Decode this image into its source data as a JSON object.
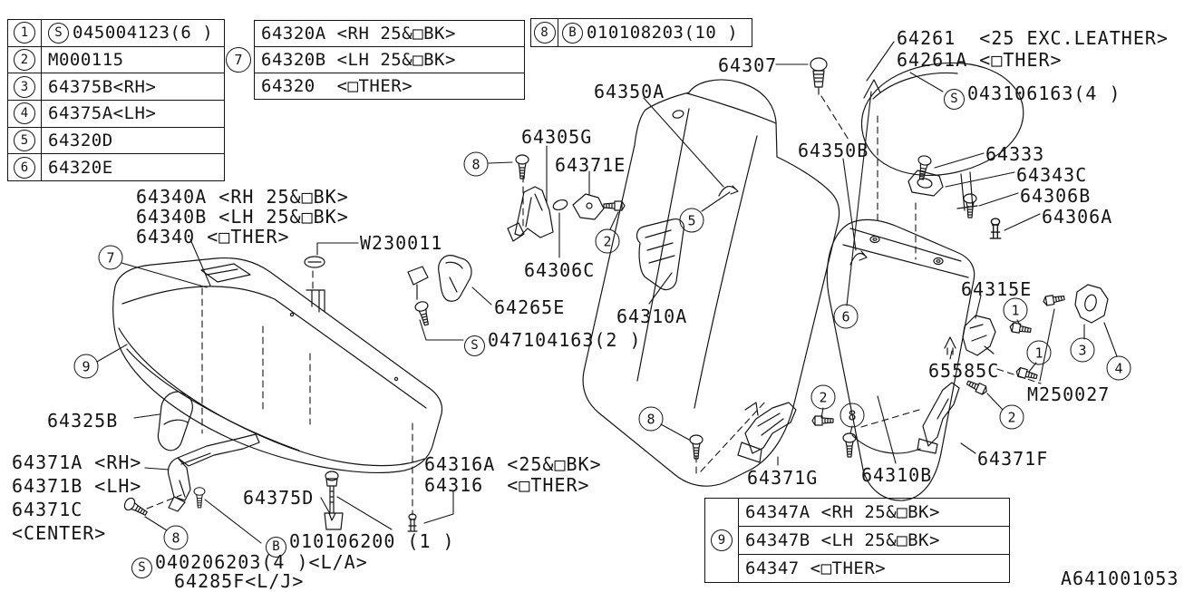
{
  "page": {
    "background": "#ffffff",
    "ink": "#141414",
    "drawing_number": "A641001053"
  },
  "legend": {
    "t1": {
      "rows": [
        {
          "ref": "1",
          "prefix": "S",
          "part": "045004123(6 )"
        },
        {
          "ref": "2",
          "prefix": "",
          "part": "M000115"
        },
        {
          "ref": "3",
          "prefix": "",
          "part": "64375B<RH>"
        },
        {
          "ref": "4",
          "prefix": "",
          "part": "64375A<LH>"
        },
        {
          "ref": "5",
          "prefix": "",
          "part": "64320D"
        },
        {
          "ref": "6",
          "prefix": "",
          "part": "64320E"
        }
      ]
    },
    "t7": {
      "ref": "7",
      "rows": [
        "64320A <RH 25&□BK>",
        "64320B <LH 25&□BK>",
        "64320  <□THER>"
      ]
    },
    "t8": {
      "ref": "8",
      "prefix": "B",
      "part": "010108203(10 )"
    },
    "t9": {
      "ref": "9",
      "rows": [
        "64347A <RH 25&□BK>",
        "64347B <LH 25&□BK>",
        "64347  <□THER>"
      ]
    }
  },
  "labels": [
    {
      "id": "64261",
      "text": "64261  <25 EXC.LEATHER>"
    },
    {
      "id": "64261A",
      "text": "64261A <□THER>"
    },
    {
      "id": "S043",
      "prefix": "S",
      "text": "043106163(4 )"
    },
    {
      "id": "64307",
      "text": "64307"
    },
    {
      "id": "64350A",
      "text": "64350A"
    },
    {
      "id": "64350B",
      "text": "64350B"
    },
    {
      "id": "64333",
      "text": "64333"
    },
    {
      "id": "64343C",
      "text": "64343C"
    },
    {
      "id": "64306B",
      "text": "64306B"
    },
    {
      "id": "64306A",
      "text": "64306A"
    },
    {
      "id": "64305G",
      "text": "64305G"
    },
    {
      "id": "64371E",
      "text": "64371E"
    },
    {
      "id": "64306C",
      "text": "64306C"
    },
    {
      "id": "64265E",
      "text": "64265E"
    },
    {
      "id": "S047",
      "prefix": "S",
      "text": "047104163(2 )"
    },
    {
      "id": "64310A",
      "text": "64310A"
    },
    {
      "id": "64315E",
      "text": "64315E"
    },
    {
      "id": "65585C",
      "text": "65585C"
    },
    {
      "id": "M250027",
      "text": "M250027"
    },
    {
      "id": "W230011",
      "text": "W230011"
    },
    {
      "id": "64340A",
      "text": "64340A <RH 25&□BK>"
    },
    {
      "id": "64340B",
      "text": "64340B <LH 25&□BK>"
    },
    {
      "id": "64340",
      "text": "64340 <□THER>"
    },
    {
      "id": "64325B",
      "text": "64325B"
    },
    {
      "id": "64371A",
      "text": "64371A <RH>"
    },
    {
      "id": "64371B",
      "text": "64371B <LH>"
    },
    {
      "id": "64371C",
      "text": "64371C"
    },
    {
      "id": "CENTER",
      "text": "<CENTER>"
    },
    {
      "id": "64375D",
      "text": "64375D"
    },
    {
      "id": "B0101",
      "prefix": "B",
      "text": "010106200 (1 )"
    },
    {
      "id": "S040",
      "prefix": "S",
      "text": "040206203(4 )<L/A>"
    },
    {
      "id": "64285F",
      "text": "64285F<L/J>"
    },
    {
      "id": "64316A",
      "text": "64316A <25&□BK>"
    },
    {
      "id": "64316",
      "text": "64316  <□THER>"
    },
    {
      "id": "64371G",
      "text": "64371G"
    },
    {
      "id": "64310B",
      "text": "64310B"
    },
    {
      "id": "64371F",
      "text": "64371F"
    },
    {
      "id": "A641",
      "text": "A641001053"
    }
  ],
  "callouts": [
    "7",
    "9",
    "8",
    "2",
    "5",
    "6",
    "8",
    "2",
    "8",
    "2",
    "1",
    "1",
    "3",
    "4",
    "8"
  ]
}
